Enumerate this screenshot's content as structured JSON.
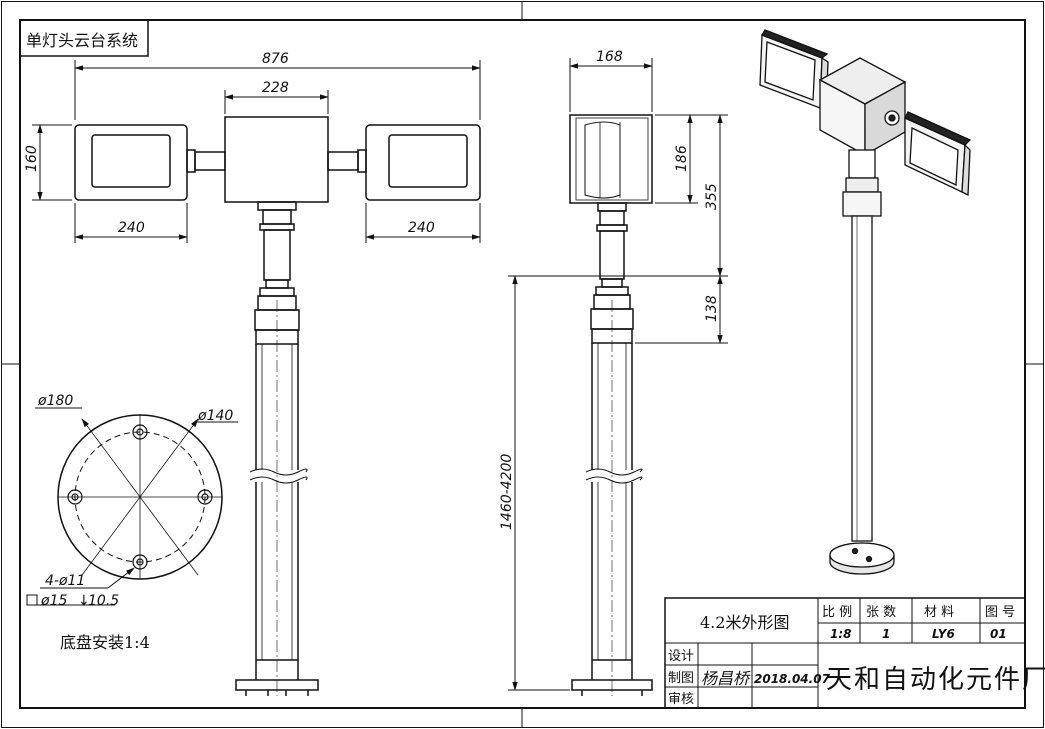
{
  "drawing": {
    "title_box": "单灯头云台系统",
    "dimensions": {
      "overall_width": "876",
      "body_width": "228",
      "lamp_height": "160",
      "left_lamp_width": "240",
      "right_lamp_width": "240",
      "side_width": "168",
      "side_body_height": "186",
      "side_head_height": "355",
      "side_mount_height": "138",
      "pole_height_range": "1460-4200"
    },
    "base": {
      "outer_diameter": "ø180",
      "bolt_circle_diameter": "ø140",
      "holes": "4-ø11",
      "counterbore": "ø15",
      "counterbore_depth": "10.5",
      "caption": "底盘安装1:4"
    }
  },
  "title_block": {
    "drawing_name": "4.2米外形图",
    "headers": [
      "比 例",
      "张 数",
      "材 料",
      "图 号"
    ],
    "values": [
      "1:8",
      "1",
      "LY6",
      "01"
    ],
    "row_labels": [
      "设计",
      "制图",
      "审核"
    ],
    "drafter_signature": "杨昌桥",
    "date": "2018.04.07",
    "company": "天和自动化元件厂"
  }
}
